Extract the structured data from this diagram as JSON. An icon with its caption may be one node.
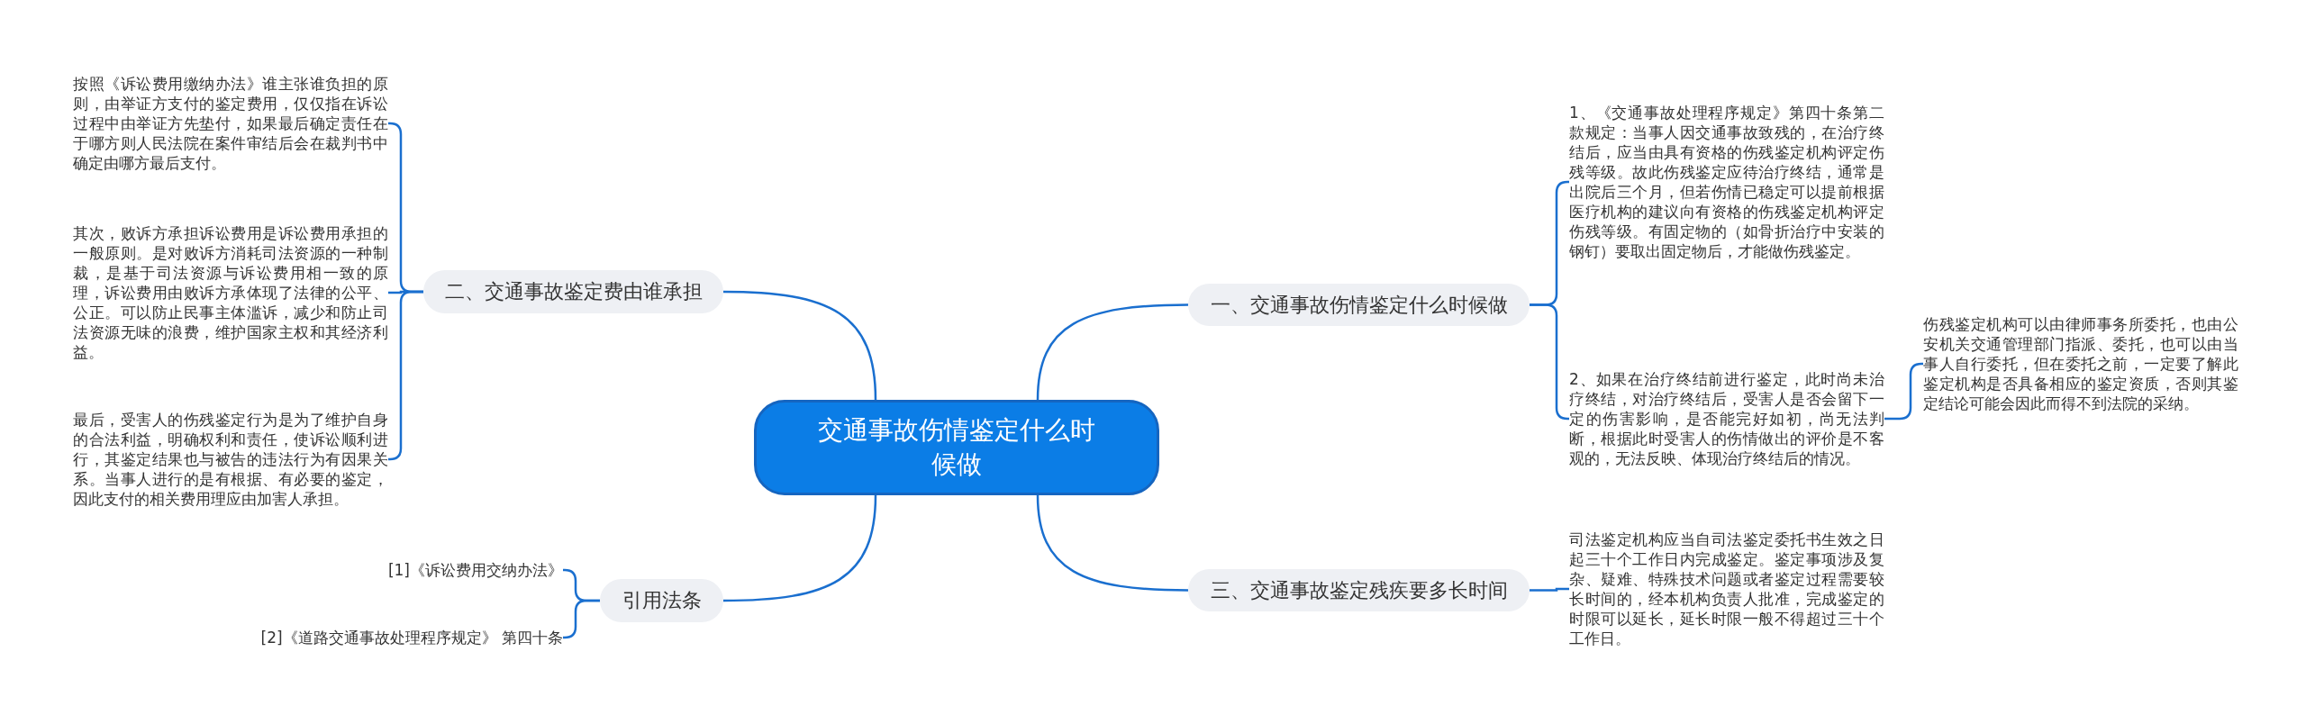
{
  "diagram": {
    "nodes": [
      {
        "text": [
          "交通事故伤情鉴定什么时候做"
        ]
      },
      {
        "text": [
          "一、交通事故伤情鉴定什么时候做"
        ]
      },
      {
        "text": [
          "二、交通事故鉴定费由谁承担"
        ]
      },
      {
        "text": [
          "三、交通事故鉴定残疾要多长时间"
        ]
      },
      {
        "text": [
          "引用法条"
        ]
      },
      {
        "text": [
          "1、《交通事故处理程序规定》第四十条第二款规定：当事人因交通事故致残的，在治疗终结后，应当由具有资格的伤残鉴定机构评定伤残等级。故此伤残鉴定应待治疗终结，通常是出院后三个月，但若伤情已稳定可以提前根据医疗机构的建议向有资格的伤残鉴定机构评定伤残等级。有固定物的（如骨折治疗中安装的钢钉）要取出固定物后，才能做伤残鉴定。"
        ]
      },
      {
        "text": [
          "2、如果在治疗终结前进行鉴定，此时尚未治疗终结，对治疗终结后，受害人是否会留下一定的伤害影响，是否能完好如初，尚无法判断，根据此时受害人的伤情做出的评价是不客观的，无法反映、体现治疗终结后的情况。"
        ]
      },
      {
        "text": [
          "伤残鉴定机构可以由律师事务所委托，也由公安机关交通管理部门指派、委托，也可以由当事人自行委托，但在委托之前，一定要了解此鉴定机构是否具备相应的鉴定资质，否则其鉴定结论可能会因此而得不到法院的采纳。"
        ]
      },
      {
        "text": [
          "司法鉴定机构应当自司法鉴定委托书生效之日起三十个工作日内完成鉴定。鉴定事项涉及复杂、疑难、特殊技术问题或者鉴定过程需要较长时间的，经本机构负责人批准，完成鉴定的时限可以延长，延长时限一般不得超过三十个工作日。"
        ]
      },
      {
        "text": [
          "按照《诉讼费用缴纳办法》谁主张谁负担的原则，由举证方支付的鉴定费用，仅仅指在诉讼过程中由举证方先垫付，如果最后确定责任在于哪方则人民法院在案件审结后会在裁判书中确定由哪方最后支付。"
        ]
      },
      {
        "text": [
          "其次，败诉方承担诉讼费用是诉讼费用承担的一般原则。是对败诉方消耗司法资源的一种制裁，是基于司法资源与诉讼费用相一致的原理，诉讼费用由败诉方承体现了法律的公平、公正。可以防止民事主体滥诉，减少和防止司法资源无味的浪费，维护国家主权和其经济利益。"
        ]
      },
      {
        "text": [
          "最后，受害人的伤残鉴定行为是为了维护自身的合法利益，明确权利和责任，使诉讼顺利进行，其鉴定结果也与被告的违法行为有因果关系。当事人进行的是有根据、有必要的鉴定，因此支付的相关费用理应由加害人承担。"
        ]
      },
      {
        "text": [
          "[1]《诉讼费用交纳办法》"
        ]
      },
      {
        "text": [
          "[2]《道路交通事故处理程序规定》 第四十条"
        ]
      }
    ],
    "edges": [
      {
        "from": 0,
        "to": 1,
        "arrow": "none"
      },
      {
        "from": 0,
        "to": 2,
        "arrow": "none"
      },
      {
        "from": 0,
        "to": 3,
        "arrow": "none"
      },
      {
        "from": 0,
        "to": 4,
        "arrow": "none"
      },
      {
        "from": 1,
        "to": 5,
        "arrow": "none"
      },
      {
        "from": 1,
        "to": 6,
        "arrow": "none"
      },
      {
        "from": 6,
        "to": 7,
        "arrow": "none"
      },
      {
        "from": 3,
        "to": 8,
        "arrow": "none"
      },
      {
        "from": 2,
        "to": 9,
        "arrow": "none"
      },
      {
        "from": 2,
        "to": 10,
        "arrow": "none"
      },
      {
        "from": 2,
        "to": 11,
        "arrow": "none"
      },
      {
        "from": 4,
        "to": 12,
        "arrow": "none"
      },
      {
        "from": 4,
        "to": 13,
        "arrow": "none"
      }
    ]
  }
}
